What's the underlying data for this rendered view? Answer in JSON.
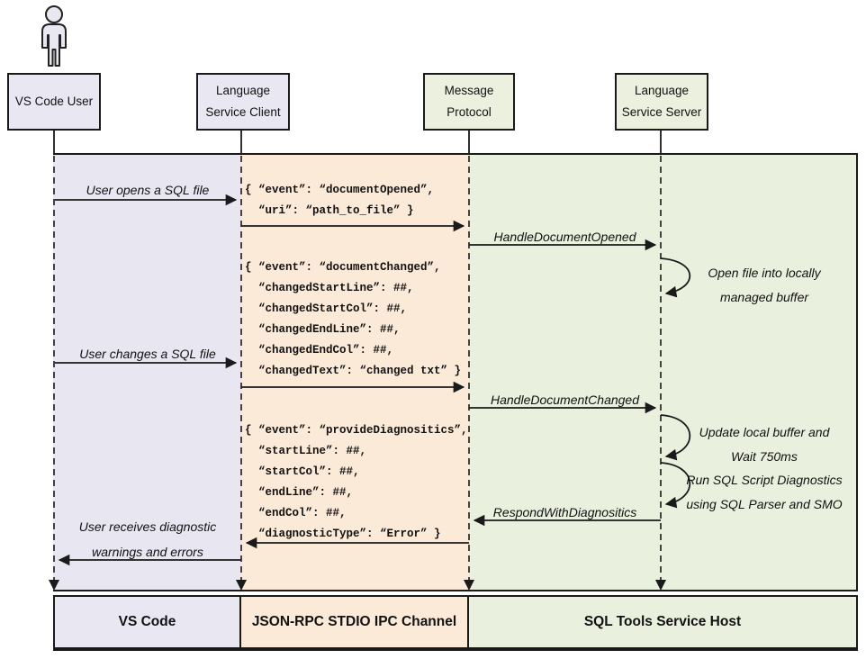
{
  "actors": [
    {
      "id": "vscode-user",
      "lines": [
        "VS Code User"
      ]
    },
    {
      "id": "language-service-client",
      "lines": [
        "Language",
        "Service Client"
      ]
    },
    {
      "id": "message-protocol",
      "lines": [
        "Message",
        "Protocol"
      ]
    },
    {
      "id": "language-service-server",
      "lines": [
        "Language",
        "Service Server"
      ]
    }
  ],
  "messages": {
    "user_opens": "User opens a SQL file",
    "user_changes": "User changes a SQL file",
    "user_receives": [
      "User receives diagnostic",
      "warnings and errors"
    ],
    "handle_document_opened": "HandleDocumentOpened",
    "handle_document_changed": "HandleDocumentChanged",
    "respond_with_diagnositics": "RespondWithDiagnositics"
  },
  "payloads": {
    "document_opened": [
      "{ “event”: “documentOpened”,",
      "  “uri”: “path_to_file” }"
    ],
    "document_changed": [
      "{ “event”: “documentChanged”,",
      "  “changedStartLine”: ##,",
      "  “changedStartCol”: ##,",
      "  “changedEndLine”: ##,",
      "  “changedEndCol”: ##,",
      "  “changedText”: “changed txt” }"
    ],
    "provide_diagnositics": [
      "{ “event”: “provideDiagnositics”,",
      "  “startLine”: ##,",
      "  “startCol”: ##,",
      "  “endLine”: ##,",
      "  “endCol”: ##,",
      "  “diagnosticType”: “Error” }"
    ]
  },
  "notes": {
    "open_file": [
      "Open file into locally",
      "managed buffer"
    ],
    "update_buffer": [
      "Update local buffer and",
      "Wait 750ms"
    ],
    "run_diagnostics": [
      "Run SQL Script Diagnostics",
      "using SQL Parser and SMO"
    ]
  },
  "footer": {
    "vs_code": "VS Code",
    "ipc_channel": "JSON-RPC STDIO IPC Channel",
    "service_host": "SQL Tools Service Host"
  },
  "colors": {
    "lane_user": "#e8e7f1",
    "lane_ipc": "#fcead9",
    "lane_host": "#eaf0de",
    "actor_purple": "#e9e8f2",
    "actor_green": "#ebf1de",
    "line": "#1a1a1a"
  }
}
